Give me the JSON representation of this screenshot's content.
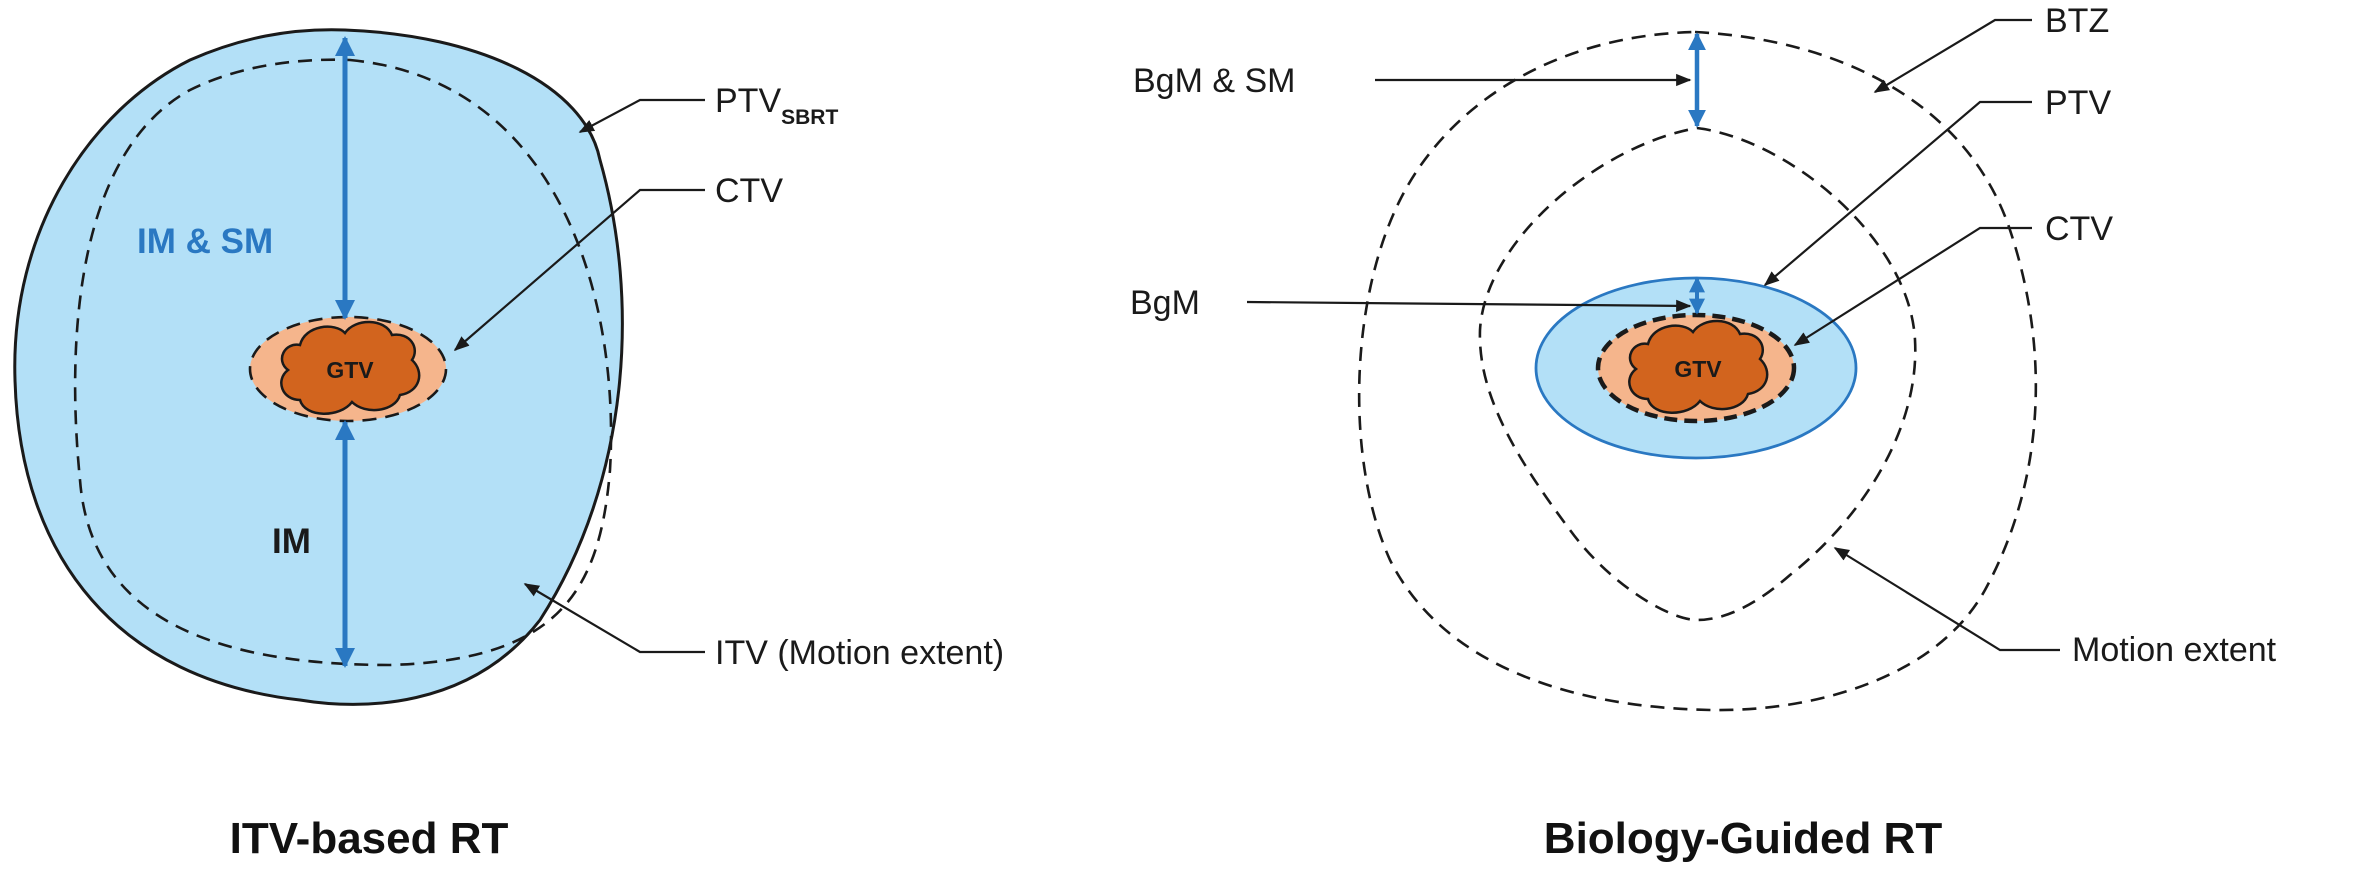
{
  "left_panel": {
    "caption": "ITV-based RT",
    "labels": {
      "ptv_main": "PTV",
      "ptv_sub": "SBRT",
      "ctv": "CTV",
      "im_sm": "IM & SM",
      "im": "IM",
      "itv": "ITV (Motion extent)",
      "gtv": "GTV"
    }
  },
  "right_panel": {
    "caption": "Biology-Guided RT",
    "labels": {
      "btz": "BTZ",
      "bgm_sm": "BgM & SM",
      "ptv": "PTV",
      "ctv": "CTV",
      "bgm": "BgM",
      "motion_extent": "Motion extent",
      "gtv": "GTV"
    }
  },
  "colors": {
    "ptv_fill": "#b3e0f7",
    "ptv_outline": "#2a78c2",
    "arrow": "#2a78c2",
    "ctv_fill": "#f5b58c",
    "gtv_fill": "#d2641e",
    "outline": "#1a1a1a"
  }
}
